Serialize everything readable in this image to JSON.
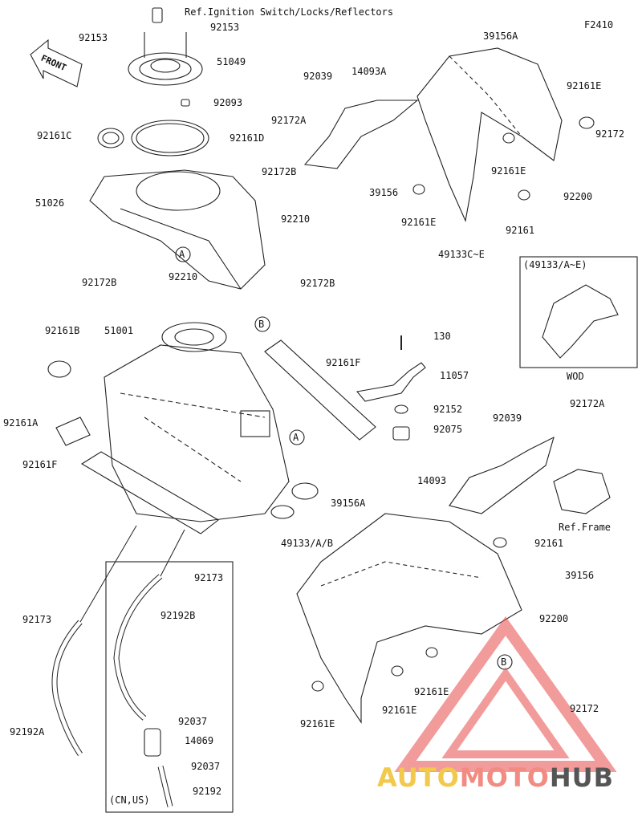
{
  "diagram_code": "F2410",
  "front_label": "FRONT",
  "ref_note": "Ref.Ignition Switch/Locks/Reflectors",
  "ref_frame": "Ref.Frame",
  "inset_title": "(49133/A~E)",
  "inset_caption": "WOD",
  "cn_us_note": "(CN,US)",
  "callout_a": "A",
  "callout_b": "B",
  "labels": {
    "p92153_left": "92153",
    "p92153_right": "92153",
    "p51049": "51049",
    "p92093": "92093",
    "p92161C": "92161C",
    "p92161D": "92161D",
    "p92172B_top": "92172B",
    "p51026": "51026",
    "p92172B_left": "92172B",
    "p92210_right": "92210",
    "p92210_mid": "92210",
    "p92172B_mid": "92172B",
    "p51001": "51001",
    "p92161B": "92161B",
    "p92161A": "92161A",
    "p92161F_left": "92161F",
    "p92161F_right": "92161F",
    "p92173_left": "92173",
    "p92173_mid": "92173",
    "p92192B": "92192B",
    "p92192A": "92192A",
    "p92037_top": "92037",
    "p14069": "14069",
    "p92037_bot": "92037",
    "p92192": "92192",
    "p39156A_top": "39156A",
    "p92039_top": "92039",
    "p14093A": "14093A",
    "p92172A_top": "92172A",
    "p92161E_r1": "92161E",
    "p92172_top": "92172",
    "p39156_top": "39156",
    "p92161E_r2": "92161E",
    "p92200_top": "92200",
    "p92161E_r3": "92161E",
    "p92161_top": "92161",
    "p49133CE": "49133C~E",
    "p130": "130",
    "p11057": "11057",
    "p92152": "92152",
    "p92075": "92075",
    "p92039_mid": "92039",
    "p92172A_mid": "92172A",
    "p14093": "14093",
    "p39156A_mid": "39156A",
    "p49133AB": "49133/A/B",
    "p92161_mid": "92161",
    "p39156_mid": "39156",
    "p92200_bot": "92200",
    "p92161E_b1": "92161E",
    "p92161E_b2": "92161E",
    "p92161E_b3": "92161E",
    "p92172_bot": "92172"
  },
  "watermark": {
    "part1": "AUTO",
    "part2": "MOTO",
    "part3": "HUB",
    "color_auto": "#f2c94c",
    "color_moto": "#f28b82",
    "color_hub": "#555555"
  }
}
